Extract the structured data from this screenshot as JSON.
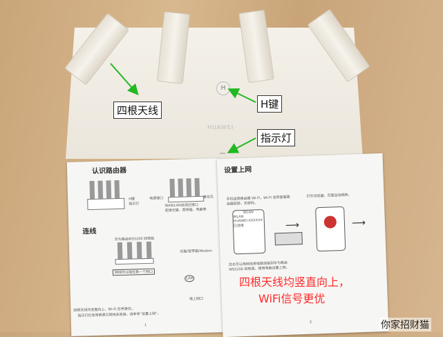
{
  "router": {
    "brand": "HUAWEI",
    "h_button_glyph": "H"
  },
  "annotations": {
    "antennas_label": "四根天线",
    "h_key_label": "H键",
    "indicator_label": "指示灯",
    "arrow_color": "#22b822",
    "note_line1": "四根天线均竖直向上，",
    "note_line2": "WiFi信号更优",
    "note_color": "#ff2a2a"
  },
  "manual": {
    "page1": {
      "title": "认识路由器",
      "section2_title": "连线",
      "labels": [
        "H键",
        "指示灯",
        "电源接口",
        "复位孔",
        "WAN/LAN自适应接口",
        "连接光猫、宽带猫、电脑等",
        "华为路由WS5200 四核版",
        "网线可以插任意一个网口",
        "光猫/宽带猫/Modem",
        "LAN",
        "墙上网口"
      ],
      "notes": [
        "四根天线均竖直向上，Wi-Fi 信号更优。",
        "指示灯红色常亮表示网线未连接，请参考“设置上网”。"
      ],
      "page_number": "1"
    },
    "page2": {
      "title": "设置上网",
      "step1": "手机连接路由器 Wi-Fi，Wi-Fi 名称查看路由器底部，无密码。",
      "step2": "打开浏览器，页面自动跳转。",
      "wlan_header": "WLAN",
      "wlan_item": "WLAN",
      "ssid": "HUAWEI-XXXXXX",
      "ssid_status": "已连接",
      "note": "您也可以用网线将电脑连接到华为路由WS5200 四核版，使用电脑设置上网。",
      "page_number": "2"
    }
  },
  "watermark": "你家招财猫"
}
